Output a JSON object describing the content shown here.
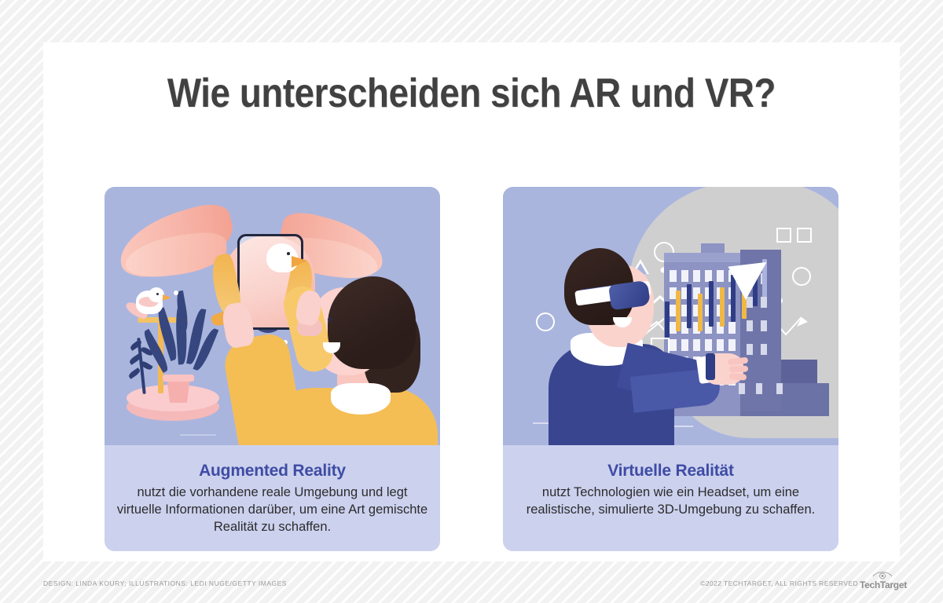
{
  "page": {
    "title": "Wie unterscheiden sich AR und VR?",
    "background_color": "#f3f3f3",
    "panel_color": "#ffffff"
  },
  "cards": [
    {
      "id": "augmented-reality",
      "heading": "Augmented Reality",
      "body": "nutzt die vorhandene reale Umgebung und legt virtuelle Informationen darüber, um eine Art gemischte Realität zu schaffen.",
      "illustration_name": "ar-man-with-phone-eagle-illustration",
      "illustration_bg": "#aab5de",
      "caption_bg": "#ccd1ee",
      "heading_color": "#3e4ca4"
    },
    {
      "id": "virtual-reality",
      "heading": "Virtuelle Realität",
      "body": "nutzt Technologien wie ein Headset, um eine realistische, simulierte 3D-Umgebung zu schaffen.",
      "illustration_name": "vr-man-with-headset-city-illustration",
      "illustration_bg": "#aab5de",
      "caption_bg": "#ccd1ee",
      "heading_color": "#3e4ca4"
    }
  ],
  "footer": {
    "credits": "DESIGN: LINDA KOURY; ILLUSTRATIONS: LEDI NUGE/GETTY IMAGES",
    "copyright": "©2022 TECHTARGET, ALL RIGHTS RESERVED",
    "logo_text": "TechTarget",
    "logo_icon": "eye-icon",
    "text_color": "#9a9a9a"
  }
}
